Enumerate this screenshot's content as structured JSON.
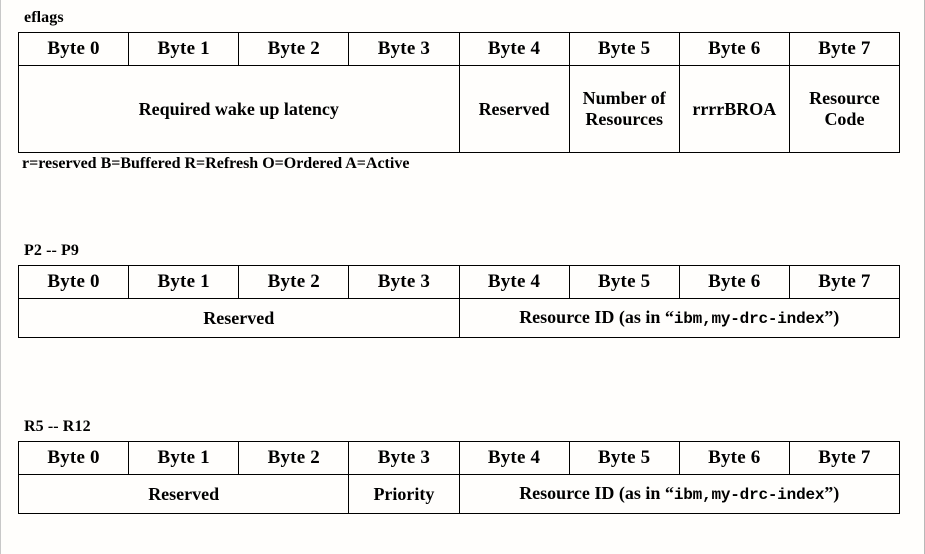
{
  "document": {
    "background_color": "#fffefc",
    "ink_color": "#000000",
    "byte_headers": [
      "Byte 0",
      "Byte 1",
      "Byte 2",
      "Byte 3",
      "Byte 4",
      "Byte 5",
      "Byte 6",
      "Byte 7"
    ]
  },
  "diagrams": [
    {
      "id": "eflags",
      "label": "eflags",
      "headers": [
        "Byte 0",
        "Byte 1",
        "Byte 2",
        "Byte 3",
        "Byte 4",
        "Byte 5",
        "Byte 6",
        "Byte 7"
      ],
      "fields": [
        {
          "name": "required-wake-up-latency",
          "text": "Required wake up latency",
          "span": 4
        },
        {
          "name": "reserved",
          "text": "Reserved",
          "span": 1
        },
        {
          "name": "number-of-resources",
          "text": "Number of Resources",
          "span": 1
        },
        {
          "name": "flag-bits",
          "text": "rrrrBROA",
          "span": 1
        },
        {
          "name": "resource-code",
          "text": "Resource Code",
          "span": 1
        }
      ],
      "legend": "r=reserved B=Buffered R=Refresh O=Ordered A=Active"
    },
    {
      "id": "p2-p9",
      "label": "P2 -- P9",
      "headers": [
        "Byte 0",
        "Byte 1",
        "Byte 2",
        "Byte 3",
        "Byte 4",
        "Byte 5",
        "Byte 6",
        "Byte 7"
      ],
      "fields": [
        {
          "name": "reserved",
          "text": "Reserved",
          "span": 4
        },
        {
          "name": "resource-id",
          "text_before": "Resource ID (as in “",
          "text_mono": "ibm,my-drc-index",
          "text_after": "”)",
          "span": 4
        }
      ],
      "legend": null
    },
    {
      "id": "r5-r12",
      "label": "R5 -- R12",
      "headers": [
        "Byte 0",
        "Byte 1",
        "Byte 2",
        "Byte 3",
        "Byte 4",
        "Byte 5",
        "Byte 6",
        "Byte 7"
      ],
      "fields": [
        {
          "name": "reserved",
          "text": "Reserved",
          "span": 3
        },
        {
          "name": "priority",
          "text": "Priority",
          "span": 1
        },
        {
          "name": "resource-id",
          "text_before": "Resource ID (as in “",
          "text_mono": "ibm,my-drc-index",
          "text_after": "”)",
          "span": 4
        }
      ],
      "legend": null
    }
  ]
}
